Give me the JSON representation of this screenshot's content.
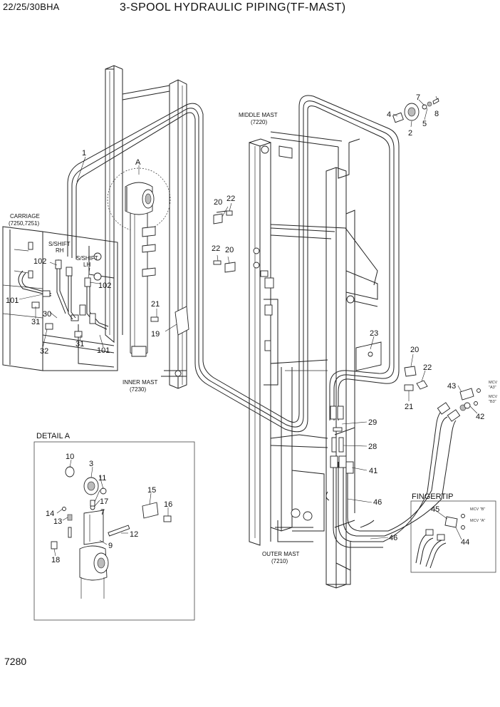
{
  "header": {
    "model": "22/25/30BHA",
    "title": "3-SPOOL HYDRAULIC PIPING(TF-MAST)"
  },
  "footer": {
    "page_number": "7280"
  },
  "labels": {
    "carriage": "CARRIAGE",
    "carriage_code": "(7250,7251)",
    "middle_mast": "MIDDLE MAST",
    "middle_mast_code": "(7220)",
    "inner_mast": "INNER MAST",
    "inner_mast_code": "(7230)",
    "outer_mast": "OUTER MAST",
    "outer_mast_code": "(7210)",
    "sshift_rh_1": "S/SHIFT",
    "sshift_rh_2": "RH",
    "sshift_lh_1": "S/SHIFT",
    "sshift_lh_2": "LH",
    "detail_ref": "A",
    "detail_a_title": "DETAIL A",
    "fingertip_title": "FINGERTIP",
    "mcv_a3_1": "MCV",
    "mcv_a3_2": "\"A3\"",
    "mcv_b3_1": "MCV",
    "mcv_b3_2": "\"B3\"",
    "mcv_b": "MCV \"B\"",
    "mcv_a": "MCV \"A\""
  },
  "callouts": {
    "c1": "1",
    "c2": "2",
    "c4": "4",
    "c5": "5",
    "c7": "7",
    "c8": "8",
    "c19": "19",
    "c20a": "20",
    "c20b": "20",
    "c20c": "20",
    "c21a": "21",
    "c21b": "21",
    "c22a": "22",
    "c22b": "22",
    "c22c": "22",
    "c23": "23",
    "c28": "28",
    "c29": "29",
    "c30": "30",
    "c31a": "31",
    "c31b": "31",
    "c32": "32",
    "c41": "41",
    "c42": "42",
    "c43": "43",
    "c44": "44",
    "c45": "45",
    "c46a": "46",
    "c46b": "46",
    "c101a": "101",
    "c101b": "101",
    "c102a": "102",
    "c102b": "102"
  },
  "detail_a_callouts": {
    "d3": "3",
    "d7": "7",
    "d9": "9",
    "d10": "10",
    "d11": "11",
    "d12": "12",
    "d13": "13",
    "d14": "14",
    "d15": "15",
    "d16": "16",
    "d17": "17",
    "d18": "18"
  }
}
